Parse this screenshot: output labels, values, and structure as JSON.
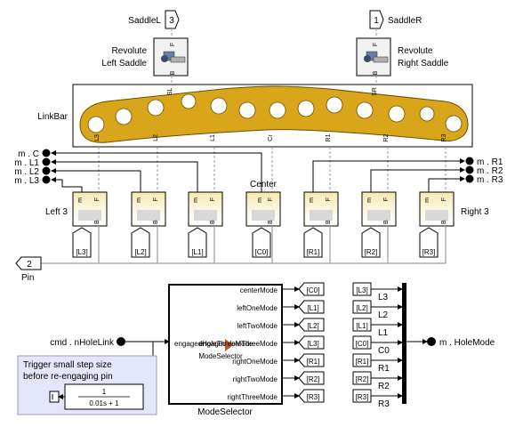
{
  "saddle_left": {
    "label": "SaddleL",
    "port": "3"
  },
  "saddle_right": {
    "label": "SaddleR",
    "port": "1"
  },
  "revolute_left": {
    "line1": "Revolute",
    "line2": "Left Saddle",
    "port_b": "B",
    "port_f": "F"
  },
  "revolute_right": {
    "line1": "Revolute",
    "line2": "Right Saddle",
    "port_b": "B",
    "port_f": "F"
  },
  "linkbar": {
    "label": "LinkBar",
    "top_ports": [
      "SL",
      "SR"
    ],
    "bottom_ports": [
      "L3",
      "L2",
      "L1",
      "Cr",
      "R1",
      "R2",
      "R3"
    ]
  },
  "outputs_left": [
    "m . C",
    "m . L1",
    "m . L2",
    "m . L3"
  ],
  "outputs_right": [
    "m . R1",
    "m . R2",
    "m . R3"
  ],
  "prismatic_ports": {
    "m": "m",
    "f": "F",
    "b": "B"
  },
  "joint_labels": {
    "left": "Left 3",
    "center": "Center",
    "right": "Right 3"
  },
  "goto_tags": [
    "[L3]",
    "[L2]",
    "[L1]",
    "[C0]",
    "[R1]",
    "[R2]",
    "[R3]"
  ],
  "pin": {
    "port": "2",
    "label": "Pin"
  },
  "mode_selector": {
    "name": "ModeSelector",
    "inner_name": "ModeSelector",
    "input": "engagedHoleThreeMode",
    "outputs": [
      "centerMode",
      "leftOneMode",
      "leftTwoMode",
      "engagedHoleThreeMode",
      "rightOneMode",
      "rightTwoMode",
      "rightThreeMode"
    ],
    "output_tags": [
      "[C0]",
      "[L1]",
      "[L2]",
      "[L3]",
      "[R1]",
      "[R2]",
      "[R3]"
    ]
  },
  "input_signal": "cmd . nHoleLink",
  "filter": {
    "note_line1": "Trigger small step size",
    "note_line2": "before re-engaging pin",
    "numerator": "1",
    "denominator": "0.01s + 1"
  },
  "mux": {
    "from_tags": [
      "[L3]",
      "[L2]",
      "[L1]",
      "[C0]",
      "[R1]",
      "[R2]",
      "[R3]"
    ],
    "labels": [
      "L3",
      "L2",
      "L1",
      "C0",
      "R1",
      "R2",
      "R3"
    ]
  },
  "output_signal": "m . HoleMode",
  "colors": {
    "linkbar": "#d9a51a",
    "prism_top": "#f4e7a8",
    "note_bg": "#e4e6fb"
  }
}
